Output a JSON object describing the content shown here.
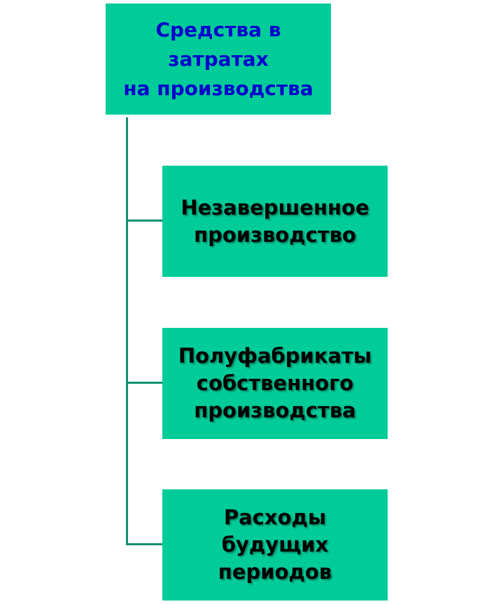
{
  "colors": {
    "box_fill": "#00cc99",
    "connector": "#109070",
    "root_text": "#0000cc",
    "child_text": "#000000"
  },
  "root": {
    "lines": [
      "Средства в",
      "затратах",
      "на производства"
    ]
  },
  "children": [
    {
      "lines": [
        "Незавершенное",
        "производство"
      ]
    },
    {
      "lines": [
        "Полуфабрикаты",
        "собственного",
        "производства"
      ]
    },
    {
      "lines": [
        "Расходы",
        "будущих",
        "периодов"
      ]
    }
  ]
}
